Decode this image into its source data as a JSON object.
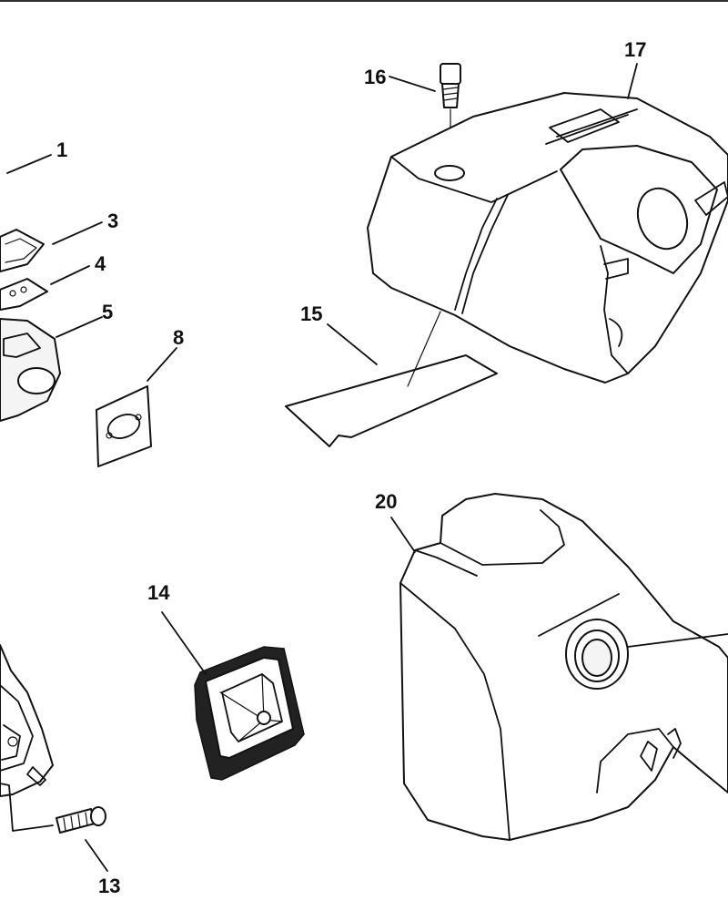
{
  "callouts": {
    "p1": "1",
    "p3": "3",
    "p4": "4",
    "p5": "5",
    "p8": "8",
    "p13": "13",
    "p14": "14",
    "p15": "15",
    "p16": "16",
    "p17": "17",
    "p20": "20"
  },
  "colors": {
    "line": "#111111",
    "background": "#ffffff"
  }
}
